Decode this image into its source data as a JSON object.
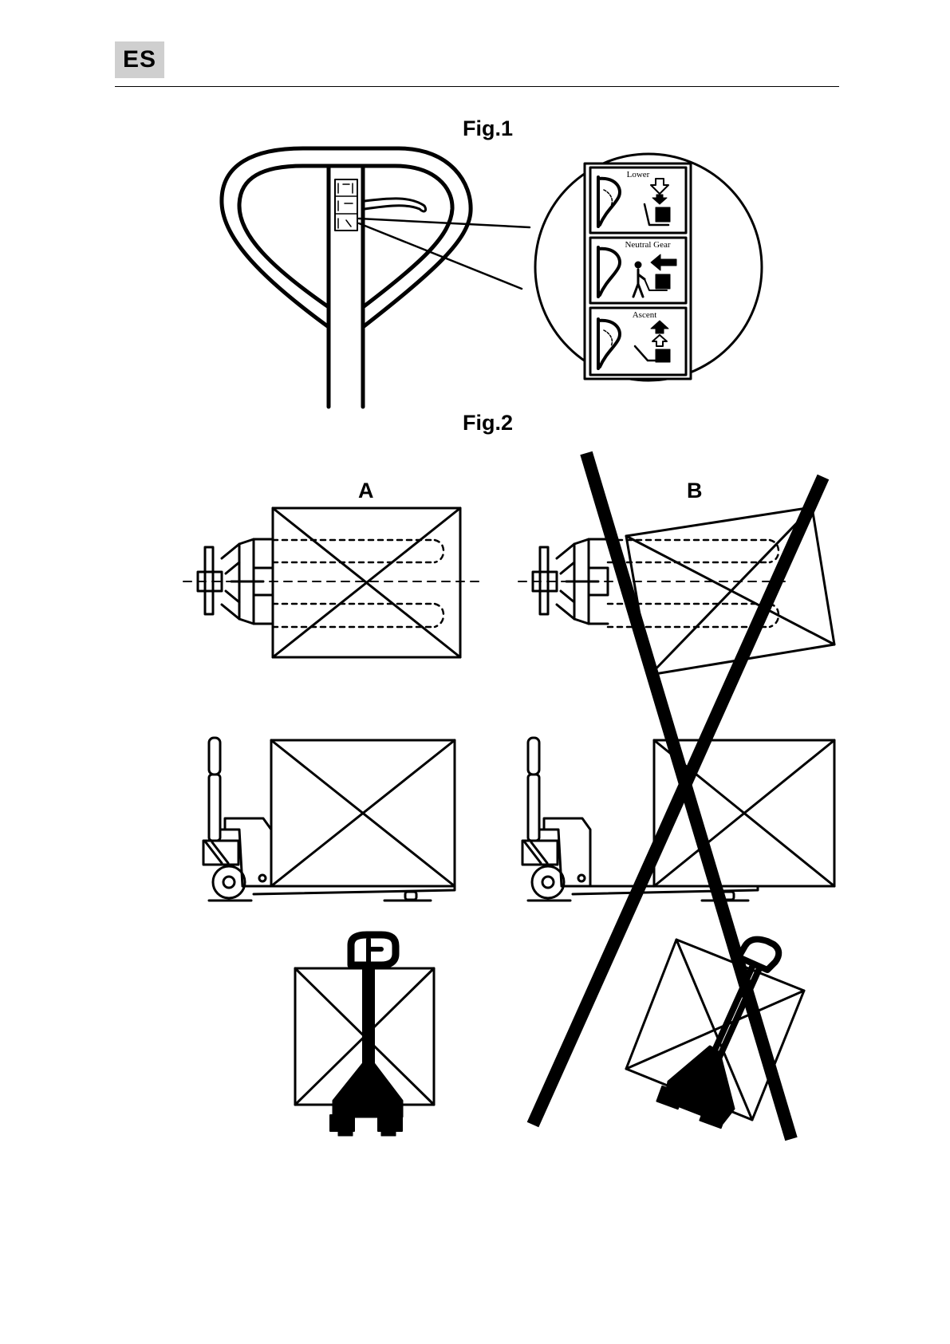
{
  "header": {
    "language_code": "ES"
  },
  "fig1": {
    "title": "Fig.1",
    "pictograms": [
      {
        "label": "Lower",
        "arrow": "down-arrow-icon"
      },
      {
        "label": "Neutral Gear",
        "arrow": "left-arrow-icon"
      },
      {
        "label": "Ascent",
        "arrow": "up-arrow-icon"
      }
    ]
  },
  "fig2": {
    "title": "Fig.2",
    "columns": [
      {
        "label": "A",
        "meaning": "correct"
      },
      {
        "label": "B",
        "meaning": "incorrect"
      }
    ]
  },
  "colors": {
    "ink": "#000000",
    "badge": "#cfcfcf",
    "page": "#ffffff"
  }
}
